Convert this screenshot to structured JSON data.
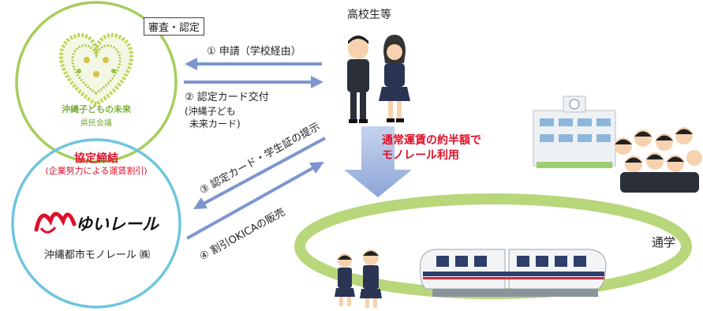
{
  "council": {
    "logo_line1": "沖縄子どもの未来",
    "logo_line2": "県民会議",
    "review_badge": "審査・認定",
    "agreement_title": "協定締結",
    "agreement_sub": "(企業努力による運賃割引)"
  },
  "monorail_company": {
    "logo_text": "ゆいレール",
    "name": "沖縄都市モノレール ㈱"
  },
  "students": {
    "label": "高校生等"
  },
  "steps": {
    "step1": "① 申請（学校経由）",
    "step2": "② 認定カード交付",
    "step2_note_line1": "(沖縄子ども",
    "step2_note_line2": "未来カード)",
    "step3": "③ 認定カード・学生証の提示",
    "step4": "④ 割引OKICAの販売"
  },
  "benefit": {
    "line1": "通常運賃の約半額で",
    "line2": "モノレール利用"
  },
  "commute": {
    "label": "通学"
  },
  "colors": {
    "green_circle": "#a6cd5e",
    "blue_circle": "#6ec6de",
    "arrow_blue": "#7d96cf",
    "accent_red": "#e0102a",
    "track_green": "#b7d77a"
  }
}
